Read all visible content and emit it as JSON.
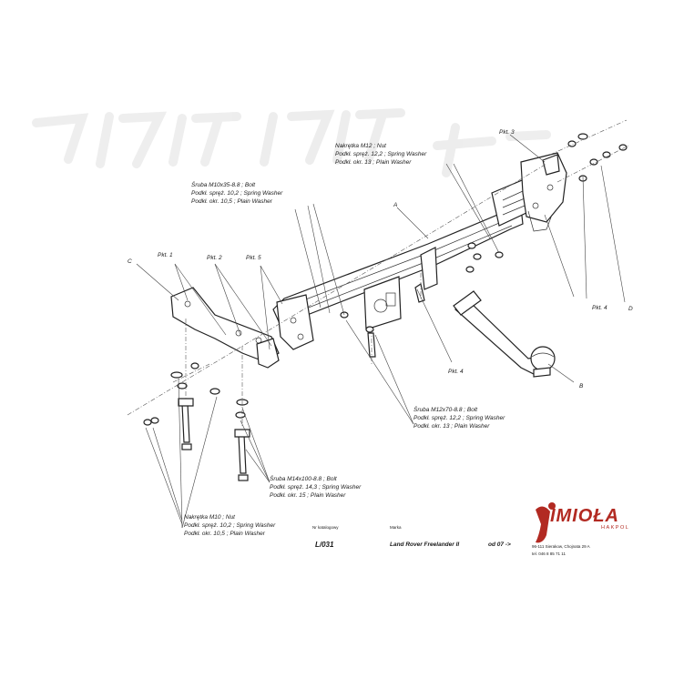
{
  "labels": {
    "A": "A",
    "B": "B",
    "C": "C",
    "D": "D",
    "pkt1": "Pkt. 1",
    "pkt2": "Pkt. 2",
    "pkt3": "Pkt. 3",
    "pkt4a": "Pkt. 4",
    "pkt4b": "Pkt. 4",
    "pkt5": "Pkt. 5"
  },
  "callouts": {
    "nut12": [
      "Nakrętka  M12 ;  Nut",
      "Podkł. spręż. 12,2 ;  Spring Washer",
      "Podkł. okr.  13 ;  Plain Washer"
    ],
    "bolt10x35": [
      "Śruba M10x35-8.8 ;  Bolt",
      "Podkł. spręż. 10,2 ;  Spring Washer",
      "Podkł. okr.  10,5 ;  Plain Washer"
    ],
    "bolt12x70": [
      "Śruba M12x70-8.8 ;  Bolt",
      "Podkł. spręż. 12,2 ;  Spring Washer",
      "Podkł. okr.  13 ;  Plain Washer"
    ],
    "bolt14x100": [
      "Śruba M14x100-8.8 ;  Bolt",
      "Podkł. spręż. 14,3 ;  Spring Washer",
      "Podkł. okr.  15 ;  Plain Washer"
    ],
    "nut10": [
      "Nakrętka  M10 ;  Nut",
      "Podkł. spręż. 10,2 ;  Spring Washer",
      "Podkł. okr.  10,5 ;  Plain Washer"
    ]
  },
  "title_block": {
    "code_caption": "Nr katalogowy",
    "code": "L/031",
    "model_caption": "Marka",
    "model": "Land Rover Freelander II",
    "year": "od  07 ->"
  },
  "brand": {
    "name": "IMIOŁA",
    "sub": "HAKPOL",
    "address": "96-111 Sierakow, Chojnata 29 A",
    "phone": "tel. 046 8 85 71 11"
  }
}
